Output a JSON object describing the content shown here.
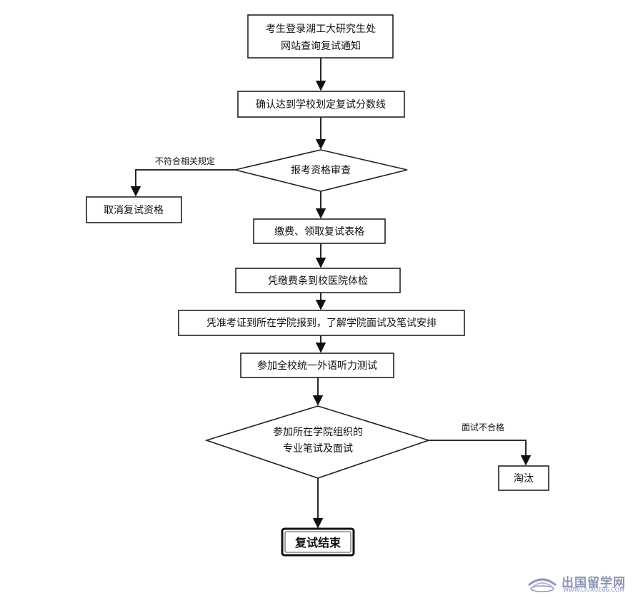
{
  "nodes": {
    "login": [
      "考生登录湖工大研究生处",
      "网站查询复试通知"
    ],
    "confirm": "确认达到学校划定复试分数线",
    "review": "报考资格审查",
    "cancel": "取消复试资格",
    "pay": "缴费、领取复试表格",
    "medical": "凭缴费条到校医院体检",
    "register": "凭准考证到所在学院报到，了解学院面试及笔试安排",
    "listening": "参加全校统一外语听力测试",
    "exam": [
      "参加所在学院组织的",
      "专业笔试及面试"
    ],
    "eliminate": "淘汰",
    "end": "复试结束"
  },
  "edge_labels": {
    "not_qualified": "不符合相关规定",
    "interview_failed": "面试不合格"
  },
  "watermark": {
    "title": "出国留学网",
    "url": "WWW.LIUXUE86.COM"
  }
}
